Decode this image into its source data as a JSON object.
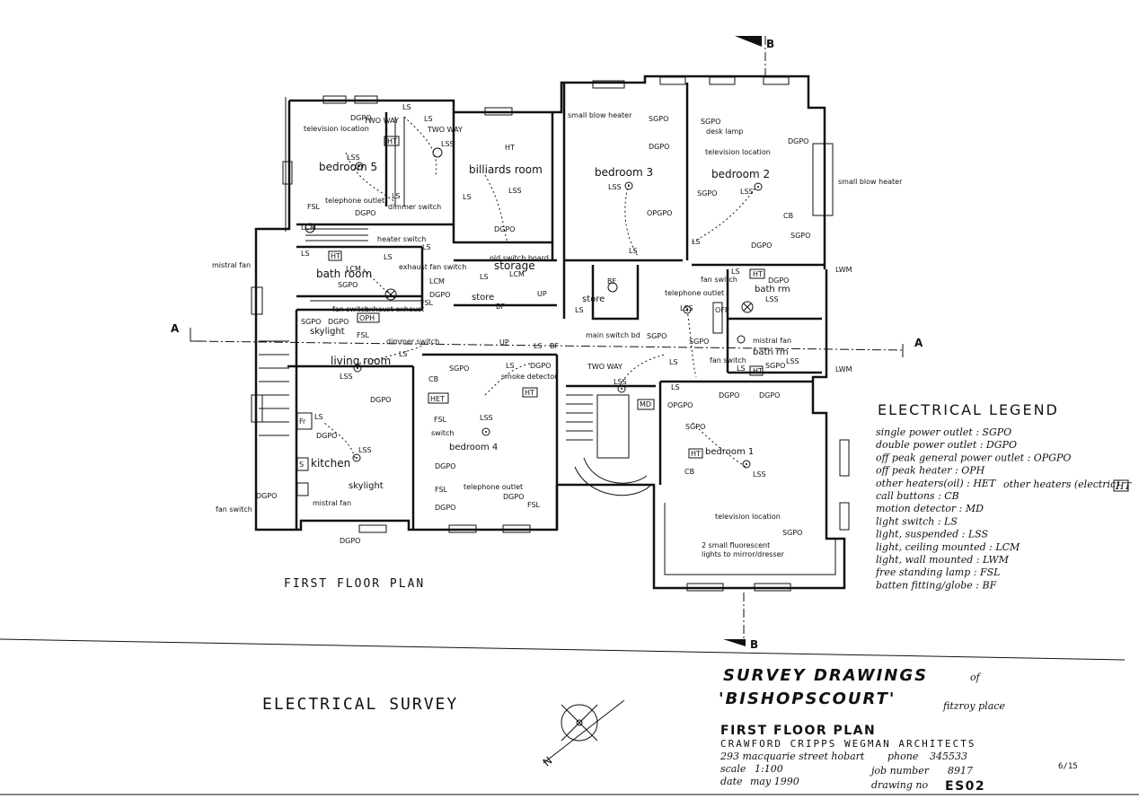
{
  "plan_title": "FIRST FLOOR PLAN",
  "survey_title": "ELECTRICAL SURVEY",
  "north": "N",
  "section_markers": {
    "a_left": "A",
    "a_right": "A",
    "b_top": "B",
    "b_bottom": "B"
  },
  "rooms": {
    "bedroom5": "bedroom 5",
    "billiards": "billiards room",
    "bedroom3": "bedroom 3",
    "bedroom2": "bedroom 2",
    "bath": "bath room",
    "storage": "storage",
    "store": "store",
    "store2": "store",
    "bathrm": "bath rm",
    "bathrm2": "bath rm",
    "living": "living room",
    "bedroom4": "bedroom 4",
    "kitchen": "kitchen",
    "bedroom1": "bedroom 1"
  },
  "annotations": {
    "television_location_1": "television location",
    "small_blow_heater_1": "small blow heater",
    "desk_lamp": "desk lamp",
    "television_location_2": "television location",
    "small_blow_heater_2": "small blow heater",
    "telephone_outlet_1": "telephone outlet",
    "dimmer_switch_1": "dimmer switch",
    "heater_switch": "heater switch",
    "mistral_fan_1": "mistral fan",
    "exhaust_fan_switch": "exhaust fan switch",
    "fan_switch_1": "fan switch",
    "exhaust_exhaust": "exhaust exhaust",
    "old_switch_board": "old switch board",
    "fan_switch_2": "fan switch",
    "telephone_outlet_2": "telephone outlet",
    "main_switch_bd": "main switch bd",
    "dimmer_switch_2": "dimmer switch",
    "smoke_detector": "smoke detector",
    "skylight_1": "skylight",
    "mistral_fan_2": "mistral fan",
    "fan_switch_3": "fan switch",
    "switch": "switch",
    "telephone_outlet_3": "telephone outlet",
    "skylight_2": "skylight",
    "mistral_fan_3": "mistral fan",
    "fan_switch_4": "fan switch",
    "television_location_3": "television location",
    "fluoro_1": "2 small fluorescent",
    "fluoro_2": "lights to mirror/dresser",
    "two_way": "TWO WAY"
  },
  "fixtures": {
    "DGPO": "DGPO",
    "SGPO": "SGPO",
    "OPGPO": "OPGPO",
    "LS": "LS",
    "LSS": "LSS",
    "LCM": "LCM",
    "LWM": "LWM",
    "FSL": "FSL",
    "BF": "BF",
    "CB": "CB",
    "HT": "HT",
    "HET": "HET",
    "OPH": "OPH",
    "MD": "MD",
    "Fr": "Fr",
    "S": "S",
    "UP": "UP",
    "OFP": "OFP"
  },
  "legend": {
    "title": "ELECTRICAL LEGEND",
    "rows": [
      {
        "label": "single power outlet",
        "code": "SGPO"
      },
      {
        "label": "double power outlet",
        "code": "DGPO"
      },
      {
        "label": "off peak general power outlet",
        "code": "OPGPO"
      },
      {
        "label": "off peak heater",
        "code": "OPH"
      },
      {
        "label": "other heaters(oil)",
        "code": "HET"
      },
      {
        "label": "call buttons",
        "code": "CB"
      },
      {
        "label": "motion detector",
        "code": "MD"
      },
      {
        "label": "light switch",
        "code": "LS"
      },
      {
        "label": "light, suspended",
        "code": "LSS"
      },
      {
        "label": "light, ceiling mounted",
        "code": "LCM"
      },
      {
        "label": "light, wall mounted",
        "code": "LWM"
      },
      {
        "label": "free standing lamp",
        "code": "FSL"
      },
      {
        "label": "batten fitting/globe",
        "code": "BF"
      }
    ],
    "extra": {
      "label": "other heaters (electric)",
      "code": "HT"
    }
  },
  "title_block": {
    "heading": "SURVEY DRAWINGS",
    "of": "of",
    "name": "'BISHOPSCOURT'",
    "place": "fitzroy place",
    "sheet_title": "FIRST FLOOR PLAN",
    "firm": "CRAWFORD CRIPPS WEGMAN ARCHITECTS",
    "address": "293 macquarie street hobart",
    "phone_label": "phone",
    "phone": "345533",
    "scale_label": "scale",
    "scale": "1:100",
    "date_label": "date",
    "date": "may 1990",
    "job_label": "job number",
    "job": "8917",
    "drawing_label": "drawing no",
    "drawing": "ES02",
    "sheet": "6/15"
  }
}
